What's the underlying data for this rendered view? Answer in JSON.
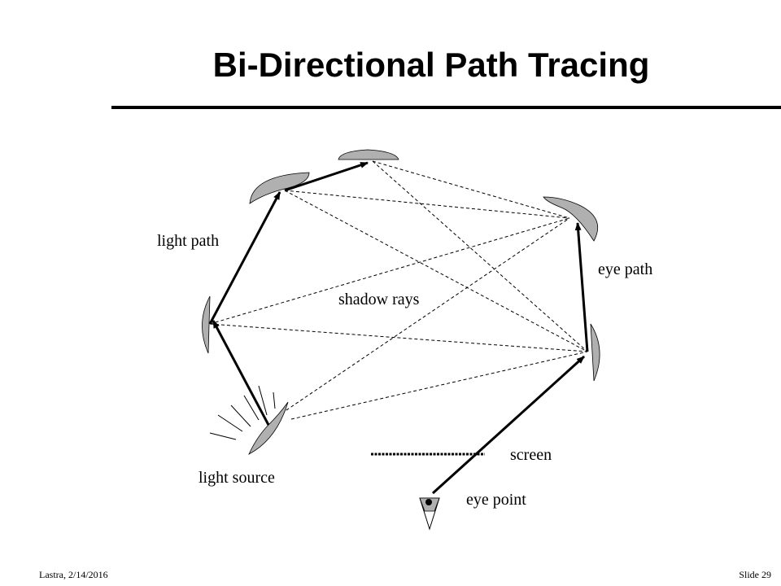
{
  "slide": {
    "title": "Bi-Directional Path Tracing",
    "footer_left": "Lastra, 2/14/2016",
    "footer_right": "Slide  29"
  },
  "diagram": {
    "labels": {
      "light_path": "light path",
      "eye_path": "eye path",
      "shadow_rays": "shadow rays",
      "light_source": "light source",
      "screen": "screen",
      "eye_point": "eye point"
    },
    "colors": {
      "surface_fill": "#b0b0b0",
      "line": "#000000"
    }
  }
}
